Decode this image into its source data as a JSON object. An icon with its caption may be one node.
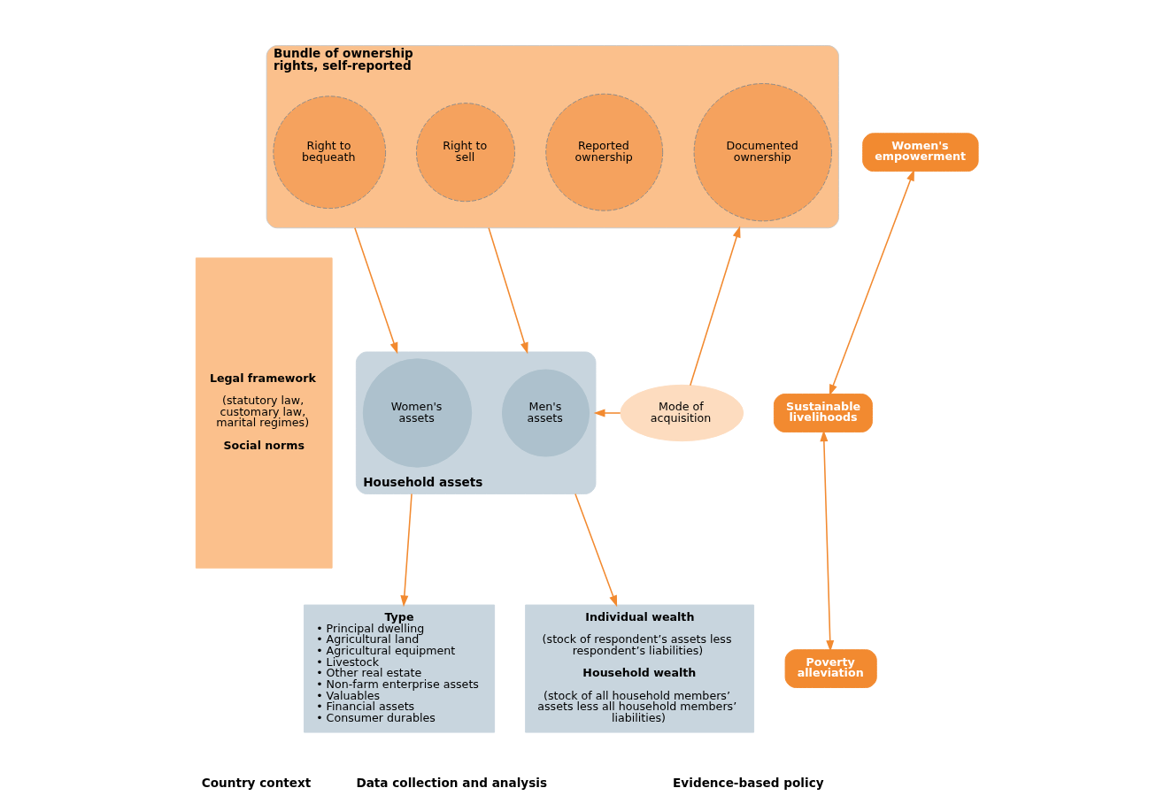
{
  "diagram": {
    "nodes": [
      {
        "text": [
          "Legal framework",
          "(statutory law, customary law, marital regimes)",
          "Social norms"
        ]
      },
      {
        "text": [
          "Bundle of ownership rights, self-reported"
        ]
      },
      {
        "text": [
          "Reported ownership"
        ],
        "in": 1
      },
      {
        "text": [
          "Documented ownership"
        ],
        "in": 1
      },
      {
        "text": [
          "Right to sell"
        ],
        "in": 1
      },
      {
        "text": [
          "Right to bequeath"
        ],
        "in": 1
      },
      {
        "text": [
          "Mode of acquisition"
        ]
      },
      {
        "text": [
          "Household assets"
        ]
      },
      {
        "text": [
          "Women's assets"
        ],
        "in": 7
      },
      {
        "text": [
          "Men's assets"
        ],
        "in": 7
      },
      {
        "text": [
          "Type",
          "• Principal dwelling",
          "• Agricultural land",
          "• Agricultural equipment",
          "• Livestock",
          "• Other real estate",
          "• Non-farm enterprise assets",
          "• Valuables",
          "• Financial assets",
          "• Consumer durables"
        ]
      },
      {
        "text": [
          "Individual wealth",
          "(stock of respondent’s assets less respondent’s liabilities)",
          "Household wealth",
          "(stock of all household members’ assets less all household members’ liabilities)"
        ]
      },
      {
        "text": [
          "Women's empowerment"
        ]
      },
      {
        "text": [
          "Sustainable livelihoods"
        ]
      },
      {
        "text": [
          "Poverty alleviation"
        ]
      }
    ],
    "edges": [
      {
        "from": 6,
        "to": 1,
        "arrow": "to"
      },
      {
        "from": 1,
        "to": 7,
        "arrow": "to"
      },
      {
        "from": 1,
        "to": 7,
        "arrow": "to"
      },
      {
        "from": 6,
        "to": 7,
        "arrow": "to"
      },
      {
        "from": 7,
        "to": 10,
        "arrow": "to"
      },
      {
        "from": 7,
        "to": 11,
        "arrow": "to"
      },
      {
        "from": 12,
        "to": 13,
        "arrow": "both"
      },
      {
        "from": 13,
        "to": 14,
        "arrow": "both"
      }
    ],
    "labels": [
      "Country context",
      "Data collection and analysis",
      "Evidence-based policy"
    ]
  }
}
